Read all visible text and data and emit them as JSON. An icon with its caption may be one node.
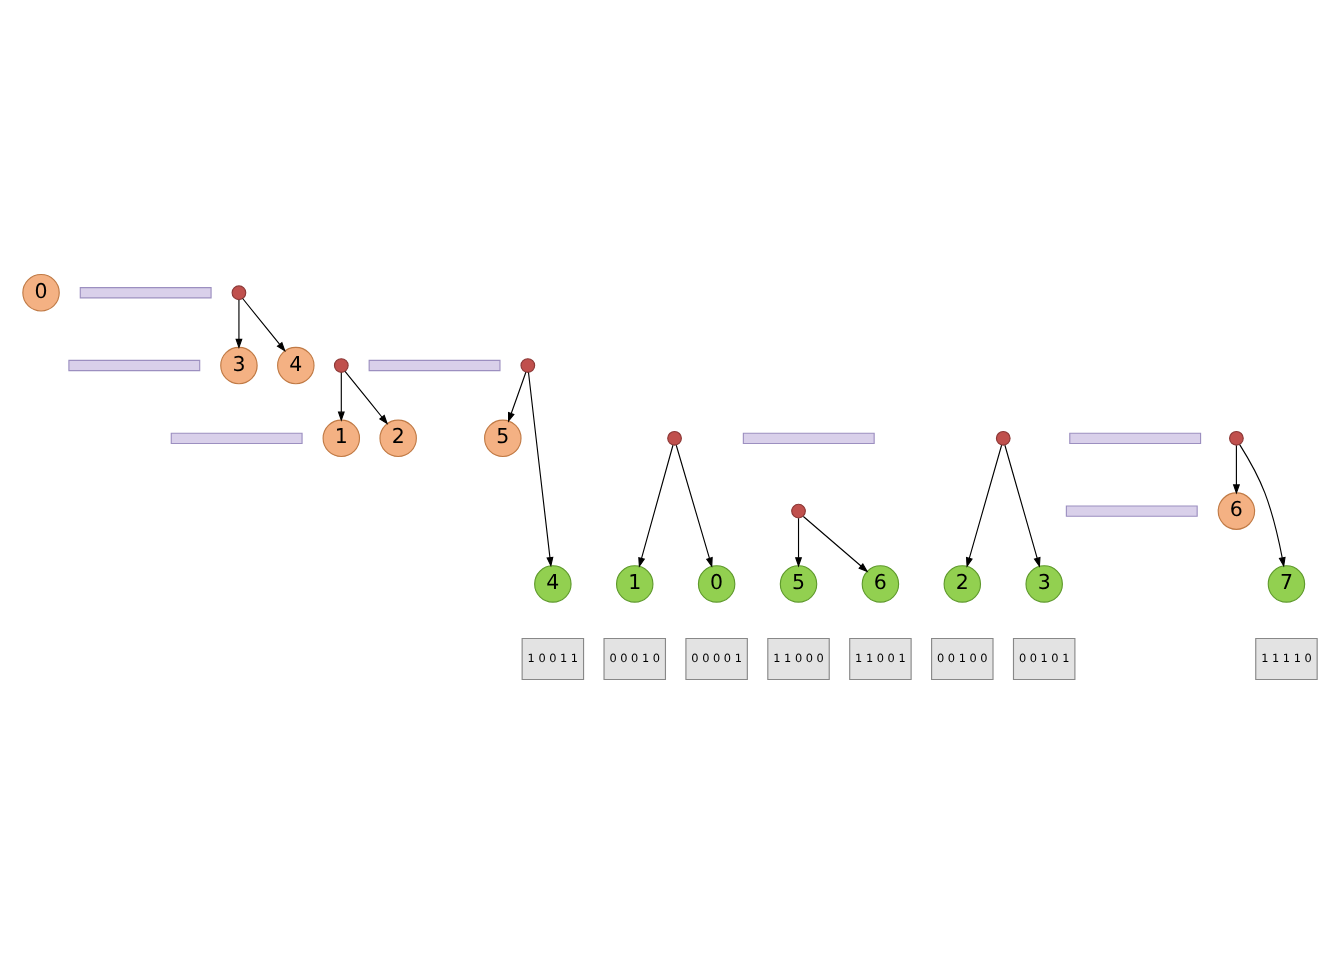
{
  "diagram": {
    "nodes": [
      {
        "text": [
          "0"
        ]
      },
      {
        "text": [],
        "shape": "bar"
      },
      {
        "text": [],
        "shape": "circle"
      },
      {
        "text": [],
        "shape": "bar"
      },
      {
        "text": [],
        "shape": "circle"
      },
      {
        "text": [
          "3"
        ]
      },
      {
        "text": [
          "4"
        ]
      },
      {
        "text": [],
        "shape": "bar"
      },
      {
        "text": [],
        "shape": "circle"
      },
      {
        "text": [],
        "shape": "bar"
      },
      {
        "text": [],
        "shape": "circle"
      },
      {
        "text": [
          "1"
        ]
      },
      {
        "text": [
          "2"
        ]
      },
      {
        "text": [],
        "shape": "bar"
      },
      {
        "text": [],
        "shape": "circle"
      },
      {
        "text": [
          "5"
        ]
      },
      {
        "text": [],
        "shape": "bar"
      },
      {
        "text": [],
        "shape": "circle"
      },
      {
        "text": [],
        "shape": "bar"
      },
      {
        "text": [],
        "shape": "circle"
      },
      {
        "text": [
          "6"
        ]
      },
      {
        "text": [
          "0"
        ]
      },
      {
        "text": [
          "0 0 0 0 1"
        ]
      },
      {
        "text": [
          "1"
        ]
      },
      {
        "text": [
          "0 0 0 1 0"
        ]
      },
      {
        "text": [
          "2"
        ]
      },
      {
        "text": [
          "0 0 1 0 0"
        ]
      },
      {
        "text": [
          "3"
        ]
      },
      {
        "text": [
          "0 0 1 0 1"
        ]
      },
      {
        "text": [
          "4"
        ]
      },
      {
        "text": [
          "1 0 0 1 1"
        ]
      },
      {
        "text": [
          "5"
        ]
      },
      {
        "text": [
          "1 1 0 0 0"
        ]
      },
      {
        "text": [
          "6"
        ]
      },
      {
        "text": [
          "1 1 0 0 1"
        ]
      },
      {
        "text": [
          "7"
        ]
      },
      {
        "text": [
          "1 1 1 1 0"
        ]
      }
    ],
    "edges": [
      {
        "from": 2,
        "to": 5,
        "arrow": "to"
      },
      {
        "from": 2,
        "to": 6,
        "arrow": "to"
      },
      {
        "from": 4,
        "to": 11,
        "arrow": "to"
      },
      {
        "from": 4,
        "to": 12,
        "arrow": "to"
      },
      {
        "from": 8,
        "to": 29,
        "arrow": "to"
      },
      {
        "from": 8,
        "to": 15,
        "arrow": "to"
      },
      {
        "from": 10,
        "to": 21,
        "arrow": "to"
      },
      {
        "from": 10,
        "to": 23,
        "arrow": "to"
      },
      {
        "from": 14,
        "to": 25,
        "arrow": "to"
      },
      {
        "from": 14,
        "to": 27,
        "arrow": "to"
      },
      {
        "from": 17,
        "to": 20,
        "arrow": "to"
      },
      {
        "from": 17,
        "to": 35,
        "arrow": "to"
      },
      {
        "from": 19,
        "to": 31,
        "arrow": "to"
      },
      {
        "from": 19,
        "to": 33,
        "arrow": "to"
      }
    ]
  }
}
